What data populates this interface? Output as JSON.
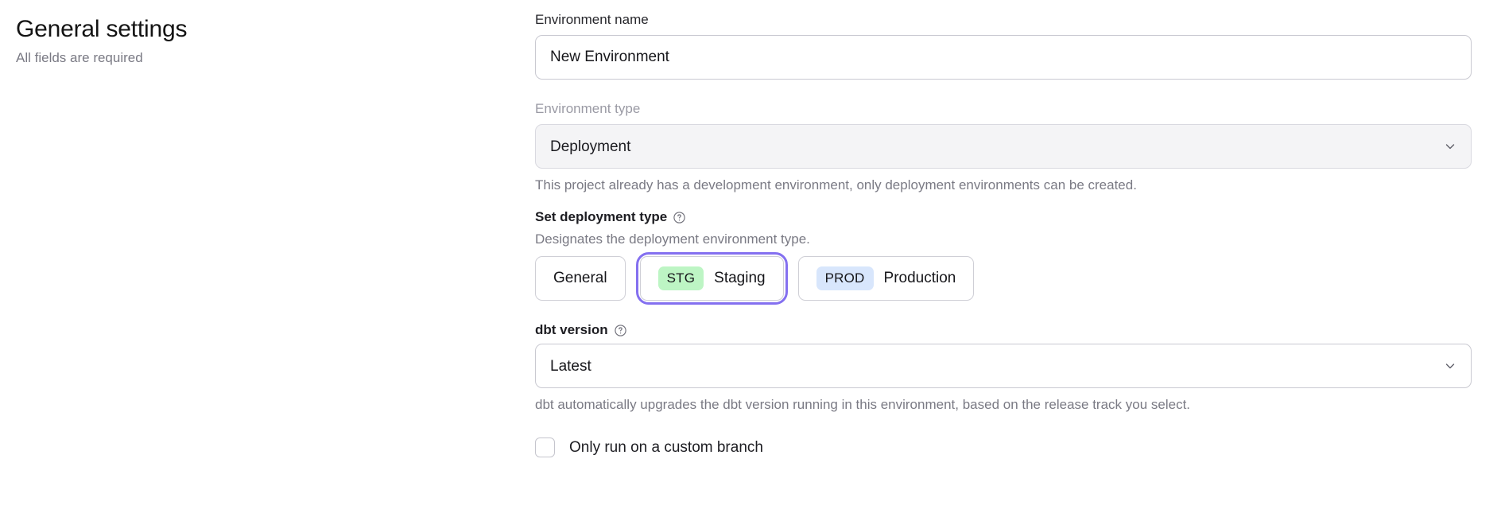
{
  "header": {
    "title": "General settings",
    "subtitle": "All fields are required"
  },
  "form": {
    "environment_name": {
      "label": "Environment name",
      "value": "New Environment",
      "placeholder": "Environment name"
    },
    "environment_type": {
      "label": "Environment type",
      "value": "Deployment",
      "disabled": true,
      "helper": "This project already has a development environment, only deployment environments can be created.",
      "chevron_icon": "chevron-down-icon"
    },
    "deployment_type": {
      "label": "Set deployment type",
      "help_icon": "help-circle-icon",
      "helper": "Designates the deployment environment type.",
      "selected": "Staging",
      "options": [
        {
          "label": "General",
          "badge": "",
          "badge_color": ""
        },
        {
          "label": "Staging",
          "badge": "STG",
          "badge_color": "#bdf5c4"
        },
        {
          "label": "Production",
          "badge": "PROD",
          "badge_color": "#d8e6fc"
        }
      ],
      "focus_ring_color": "#8470f0"
    },
    "dbt_version": {
      "label": "dbt version",
      "help_icon": "help-circle-icon",
      "value": "Latest",
      "helper": "dbt automatically upgrades the dbt version running in this environment, based on the release track you select.",
      "chevron_icon": "chevron-down-icon"
    },
    "custom_branch": {
      "label": "Only run on a custom branch",
      "checked": false
    }
  }
}
